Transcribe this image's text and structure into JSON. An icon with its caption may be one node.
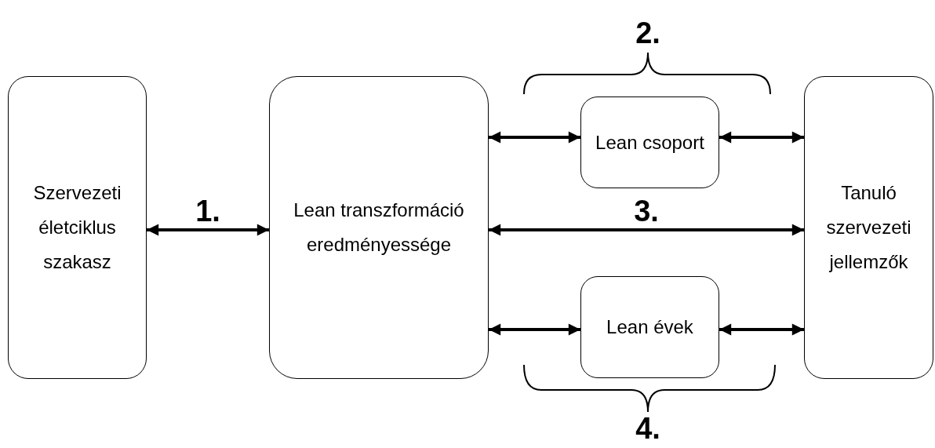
{
  "diagram": {
    "nodes": [
      {
        "text": [
          "Szervezeti életciklus szakasz"
        ]
      },
      {
        "text": [
          "Lean transzformáció eredményessége"
        ]
      },
      {
        "text": [
          "Lean csoport"
        ]
      },
      {
        "text": [
          "Tanuló szervezeti jellemzők"
        ]
      },
      {
        "text": [
          "Lean évek"
        ]
      }
    ],
    "edges": [
      {
        "from": 0,
        "to": 1,
        "arrow": "both",
        "label": "1."
      },
      {
        "from": 1,
        "to": 2,
        "arrow": "both"
      },
      {
        "from": 2,
        "to": 3,
        "arrow": "both"
      },
      {
        "from": 1,
        "to": 3,
        "arrow": "both",
        "label": "3."
      },
      {
        "from": 1,
        "to": 4,
        "arrow": "both"
      },
      {
        "from": 4,
        "to": 3,
        "arrow": "both"
      }
    ],
    "labels": [
      "2.",
      "4."
    ]
  }
}
